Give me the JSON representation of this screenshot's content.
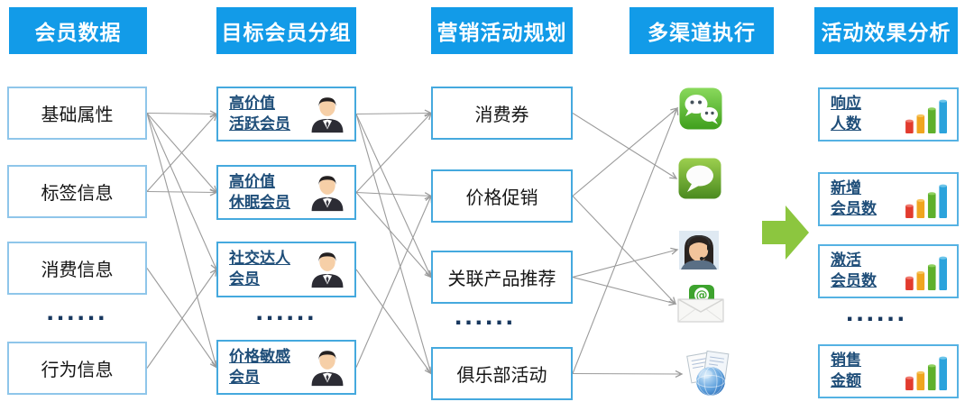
{
  "colors": {
    "header_bg": "#129BE8",
    "box_border_light": "#8FC6EA",
    "box_border": "#45A9DE",
    "link_text": "#1F4E79",
    "dots_text": "#17375E",
    "connector_line": "#9B9B9B",
    "result_arrow_green": "#8CC63F"
  },
  "columns": [
    {
      "header": "会员数据",
      "items": [
        {
          "id": "basic-attributes",
          "label": "基础属性"
        },
        {
          "id": "tag-info",
          "label": "标签信息"
        },
        {
          "id": "consume-info",
          "label": "消费信息"
        },
        {
          "id": "dots-1",
          "label": "......"
        },
        {
          "id": "behavior-info",
          "label": "行为信息"
        }
      ]
    },
    {
      "header": "目标会员分组",
      "items": [
        {
          "id": "high-value-active",
          "lines": [
            "高价值",
            "活跃会员"
          ],
          "icon": "person-icon"
        },
        {
          "id": "high-value-dormant",
          "lines": [
            "高价值",
            "休眠会员"
          ],
          "icon": "person-icon"
        },
        {
          "id": "social-expert",
          "lines": [
            "社交达人",
            "会员"
          ],
          "icon": "person-icon"
        },
        {
          "id": "dots-2",
          "label": "......"
        },
        {
          "id": "price-sensitive",
          "lines": [
            "价格敏感",
            "会员"
          ],
          "icon": "person-icon"
        }
      ]
    },
    {
      "header": "营销活动规划",
      "items": [
        {
          "id": "coupon",
          "label": "消费券"
        },
        {
          "id": "price-promo",
          "label": "价格促销"
        },
        {
          "id": "related-product",
          "label": "关联产品推荐"
        },
        {
          "id": "dots-3",
          "label": "......"
        },
        {
          "id": "club-activity",
          "label": "俱乐部活动"
        }
      ]
    },
    {
      "header": "多渠道执行",
      "channels": [
        {
          "id": "wechat",
          "icon": "wechat-icon"
        },
        {
          "id": "sms",
          "icon": "sms-icon"
        },
        {
          "id": "call-center",
          "icon": "call-center-icon"
        },
        {
          "id": "email",
          "icon": "email-icon"
        },
        {
          "id": "web",
          "icon": "web-icon"
        }
      ]
    },
    {
      "header": "活动效果分析",
      "items": [
        {
          "id": "respond-count",
          "lines": [
            "响应",
            "人数"
          ],
          "icon": "bar-chart-icon"
        },
        {
          "id": "new-members",
          "lines": [
            "新增",
            "会员数"
          ],
          "icon": "bar-chart-icon"
        },
        {
          "id": "activated-members",
          "lines": [
            "激活",
            "会员数"
          ],
          "icon": "bar-chart-icon"
        },
        {
          "id": "dots-5",
          "label": "......"
        },
        {
          "id": "sales-amount",
          "lines": [
            "销售",
            "金额"
          ],
          "icon": "bar-chart-icon"
        }
      ]
    }
  ],
  "connections": [
    {
      "from": "basic-attributes",
      "to": "high-value-active"
    },
    {
      "from": "basic-attributes",
      "to": "high-value-dormant"
    },
    {
      "from": "basic-attributes",
      "to": "social-expert"
    },
    {
      "from": "basic-attributes",
      "to": "price-sensitive"
    },
    {
      "from": "tag-info",
      "to": "high-value-active"
    },
    {
      "from": "tag-info",
      "to": "high-value-dormant"
    },
    {
      "from": "consume-info",
      "to": "price-sensitive"
    },
    {
      "from": "behavior-info",
      "to": "social-expert"
    },
    {
      "from": "high-value-active",
      "to": "coupon"
    },
    {
      "from": "high-value-active",
      "to": "related-product"
    },
    {
      "from": "high-value-active",
      "to": "club-activity"
    },
    {
      "from": "high-value-dormant",
      "to": "coupon"
    },
    {
      "from": "high-value-dormant",
      "to": "price-promo"
    },
    {
      "from": "high-value-dormant",
      "to": "related-product"
    },
    {
      "from": "social-expert",
      "to": "club-activity"
    },
    {
      "from": "price-sensitive",
      "to": "price-promo"
    },
    {
      "from": "coupon",
      "to": "sms"
    },
    {
      "from": "price-promo",
      "to": "wechat"
    },
    {
      "from": "price-promo",
      "to": "email"
    },
    {
      "from": "related-product",
      "to": "call-center"
    },
    {
      "from": "related-product",
      "to": "email"
    },
    {
      "from": "club-activity",
      "to": "wechat"
    },
    {
      "from": "club-activity",
      "to": "web"
    }
  ]
}
